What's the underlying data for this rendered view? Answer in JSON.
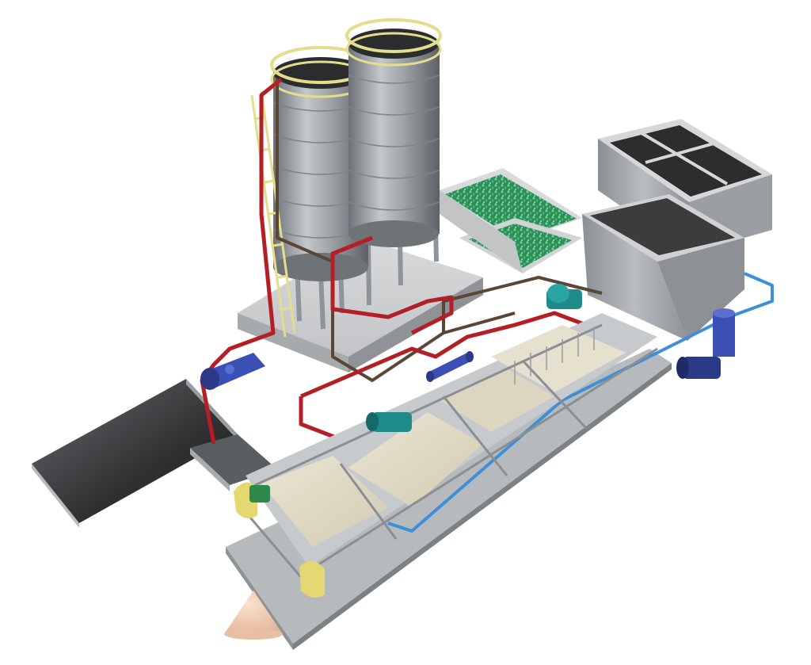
{
  "scene": {
    "description_visible_text": [],
    "components": [
      {
        "id": "silo-1",
        "kind": "storage-silo"
      },
      {
        "id": "silo-2",
        "kind": "storage-silo"
      },
      {
        "id": "silo-foundation",
        "kind": "concrete-pad"
      },
      {
        "id": "green-media-tank",
        "kind": "open-tank"
      },
      {
        "id": "water-tank",
        "kind": "rectangular-tank"
      },
      {
        "id": "sludge-pit",
        "kind": "pit"
      },
      {
        "id": "belt-filter-press",
        "kind": "filter-press"
      },
      {
        "id": "feed-pump",
        "kind": "pump"
      },
      {
        "id": "wash-water-pump",
        "kind": "pump"
      },
      {
        "id": "cake-pile",
        "kind": "discharge-pile"
      }
    ],
    "colors": {
      "sludge_pipe": "#b41e25",
      "water_pipe": "#3d8fd8",
      "drain_pipe": "#5a4635",
      "pump_blue": "#3b4fb4",
      "pump_teal": "#1f8a8a",
      "handrail": "#e3dd8c",
      "silo_steel": "#9aa0a6",
      "concrete": "#c9cbcd",
      "belt": "#e3ddc8",
      "green_media": "#3fa56b",
      "cake": "#f0c9ae"
    }
  }
}
